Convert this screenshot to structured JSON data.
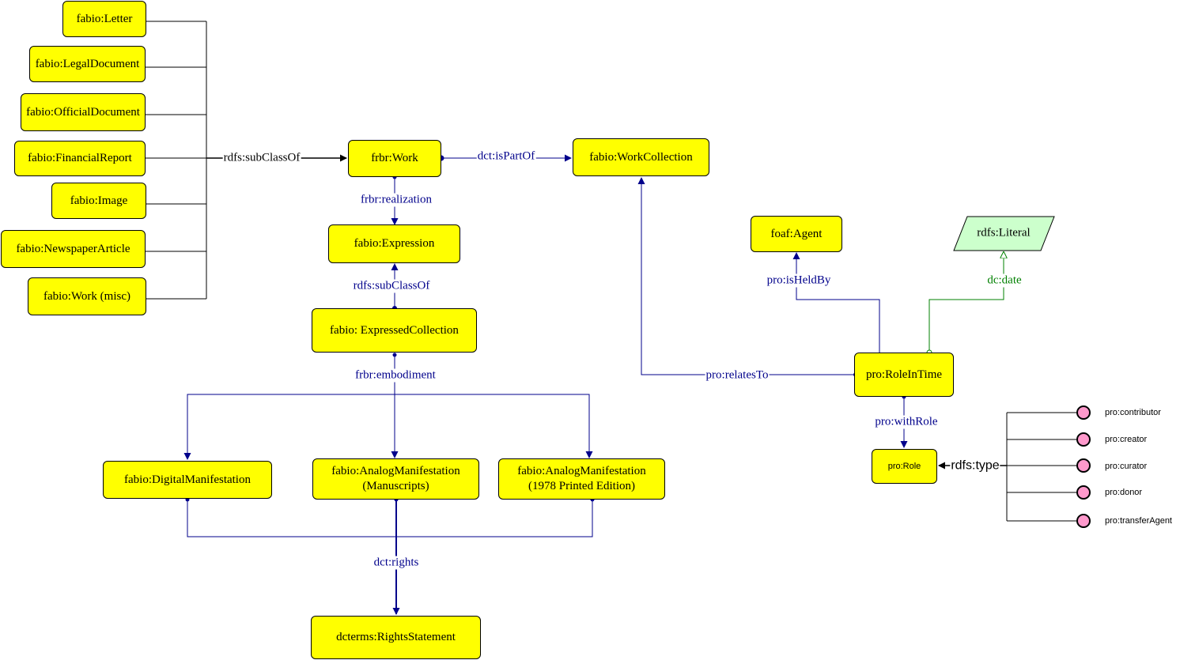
{
  "nodes": {
    "letter": "fabio:Letter",
    "legal_document": "fabio:LegalDocument",
    "official_document": "fabio:OfficialDocument",
    "financial_report": "fabio:FinancialReport",
    "image": "fabio:Image",
    "newspaper_article": "fabio:NewspaperArticle",
    "work_misc": "fabio:Work (misc)",
    "work": "frbr:Work",
    "work_collection": "fabio:WorkCollection",
    "expression": "fabio:Expression",
    "expressed_collection": "fabio: ExpressedCollection",
    "digital_manifestation": "fabio:DigitalManifestation",
    "analog_manuscripts_line1": "fabio:AnalogManifestation",
    "analog_manuscripts_line2": "(Manuscripts)",
    "analog_printed_line1": "fabio:AnalogManifestation",
    "analog_printed_line2": "(1978 Printed Edition)",
    "rights_statement": "dcterms:RightsStatement",
    "agent": "foaf:Agent",
    "literal": "rdfs:Literal",
    "role_in_time": "pro:RoleInTime",
    "role": "pro:Role"
  },
  "edges": {
    "subclass_of_work": "rdfs:subClassOf",
    "is_part_of": "dct:isPartOf",
    "realization": "frbr:realization",
    "subclass_of_expression": "rdfs:subClassOf",
    "embodiment": "frbr:embodiment",
    "rights": "dct:rights",
    "relates_to": "pro:relatesTo",
    "is_held_by": "pro:isHeldBy",
    "date": "dc:date",
    "with_role": "pro:withRole",
    "rdf_type": "rdfs:type"
  },
  "role_individuals": [
    "pro:contributor",
    "pro:creator",
    "pro:curator",
    "pro:donor",
    "pro:transferAgent"
  ],
  "colors": {
    "class_fill": "#ffff00",
    "literal_fill": "#ccffcc",
    "object_property": "#00008b",
    "data_property": "#008000",
    "individual_fill": "#ff99cc"
  }
}
